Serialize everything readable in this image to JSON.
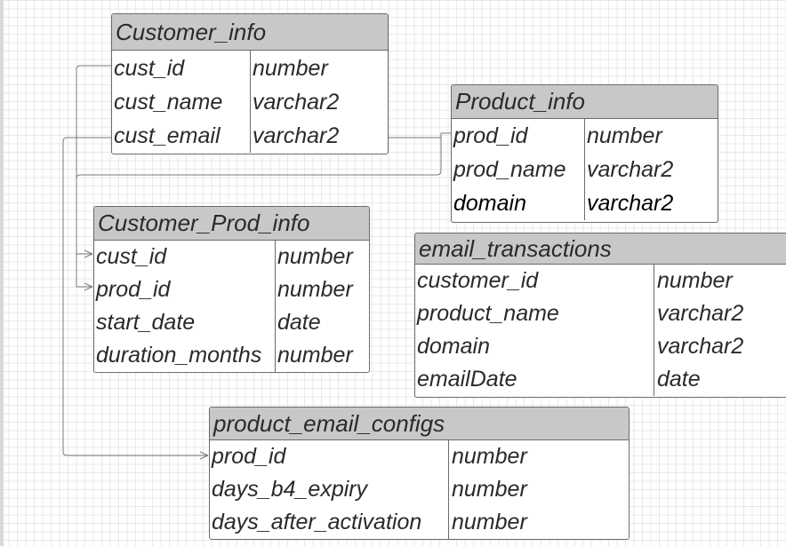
{
  "tables": {
    "customer_info": {
      "title": "Customer_info",
      "rows": [
        {
          "name": "cust_id",
          "type": "number"
        },
        {
          "name": "cust_name",
          "type": "varchar2"
        },
        {
          "name": "cust_email",
          "type": "varchar2"
        }
      ]
    },
    "product_info": {
      "title": "Product_info",
      "rows": [
        {
          "name": "prod_id",
          "type": "number"
        },
        {
          "name": "prod_name",
          "type": "varchar2"
        },
        {
          "name": "domain",
          "type": "varchar2"
        }
      ]
    },
    "customer_prod_info": {
      "title": "Customer_Prod_info",
      "rows": [
        {
          "name": "cust_id",
          "type": "number"
        },
        {
          "name": "prod_id",
          "type": "number"
        },
        {
          "name": "start_date",
          "type": "date"
        },
        {
          "name": "duration_months",
          "type": "number"
        }
      ]
    },
    "email_transactions": {
      "title": "email_transactions",
      "rows": [
        {
          "name": "customer_id",
          "type": "number"
        },
        {
          "name": "product_name",
          "type": "varchar2"
        },
        {
          "name": "domain",
          "type": "varchar2"
        },
        {
          "name": "emailDate",
          "type": "date"
        }
      ]
    },
    "product_email_configs": {
      "title": "product_email_configs",
      "rows": [
        {
          "name": "prod_id",
          "type": "number"
        },
        {
          "name": "days_b4_expiry",
          "type": "number"
        },
        {
          "name": "days_after_activation",
          "type": "number"
        }
      ]
    }
  },
  "colors": {
    "header_fill": "#c8c8c8",
    "border": "#6b6b6b",
    "grid": "#e8e8e8",
    "connector": "#7a7a7a"
  }
}
